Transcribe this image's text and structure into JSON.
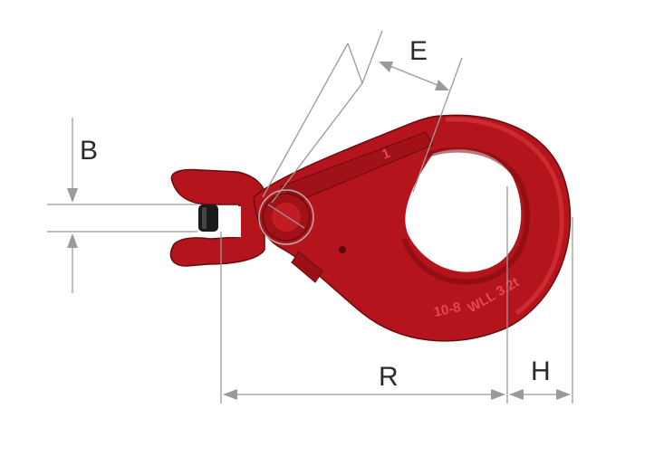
{
  "diagram": {
    "labels": {
      "B": "B",
      "E": "E",
      "R": "R",
      "H": "H"
    },
    "hook_markings": {
      "grade": "10-8",
      "wll": "WLL 3.2t",
      "id_mark": "1"
    },
    "colors": {
      "hook_body": "#b4141b",
      "hook_shadow": "#7a0a0f",
      "hook_highlight": "#d9333a",
      "pin": "#1a1a1a",
      "dimension_lines": "#9a9a9a",
      "label_text": "#2a2a2a"
    }
  }
}
